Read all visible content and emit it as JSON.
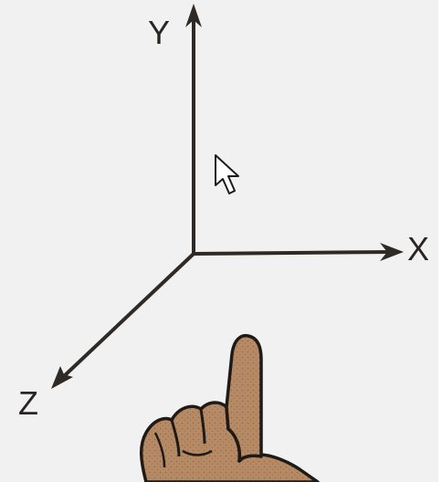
{
  "diagram": {
    "axes": {
      "x_label": "X",
      "y_label": "Y",
      "z_label": "Z"
    },
    "colors": {
      "background": "#f1f1f1",
      "axis_line": "#2f2a26",
      "hand_skin": "#b68a64",
      "hand_outline": "#1f1a16"
    },
    "icons": {
      "cursor": "mouse-pointer-arrow-icon",
      "hand": "pointing-hand-icon"
    }
  }
}
